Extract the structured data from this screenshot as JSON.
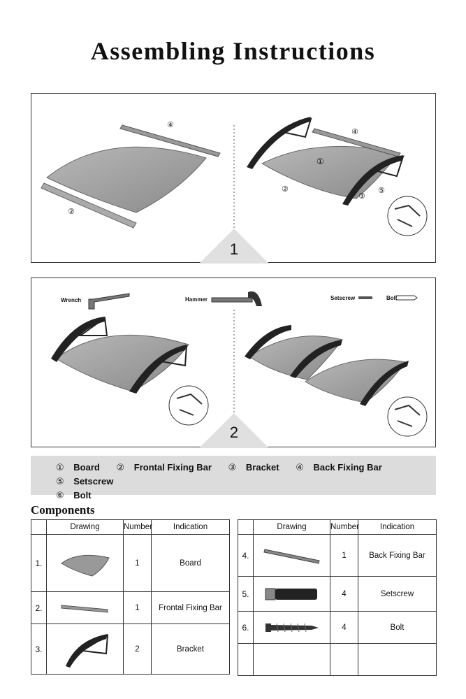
{
  "page": {
    "title": "Assembling Instructions"
  },
  "step1": {
    "number": "1",
    "callouts": [
      "④",
      "①",
      "②",
      "④",
      "②",
      "③",
      "⑤"
    ]
  },
  "step2": {
    "number": "2",
    "tools": {
      "wrench": "Wrench",
      "hammer": "Hammer",
      "setscrew": "Setscrew",
      "bolt": "Bolt"
    }
  },
  "legend": {
    "items": [
      {
        "num": "①",
        "label": "Board"
      },
      {
        "num": "②",
        "label": "Frontal Fixing Bar"
      },
      {
        "num": "③",
        "label": "Bracket"
      },
      {
        "num": "④",
        "label": "Back Fixing Bar"
      },
      {
        "num": "⑤",
        "label": "Setscrew"
      },
      {
        "num": "⑥",
        "label": "Bolt"
      }
    ]
  },
  "components": {
    "title": "Components",
    "headers": {
      "drawing": "Drawing",
      "number": "Number",
      "indication": "Indication"
    },
    "left": [
      {
        "idx": "1.",
        "number": "1",
        "indication": "Board",
        "icon": "board-icon"
      },
      {
        "idx": "2.",
        "number": "1",
        "indication": "Frontal Fixing Bar",
        "icon": "frontal-bar-icon"
      },
      {
        "idx": "3.",
        "number": "2",
        "indication": "Bracket",
        "icon": "bracket-icon"
      }
    ],
    "right": [
      {
        "idx": "4.",
        "number": "1",
        "indication": "Back Fixing Bar",
        "icon": "back-bar-icon"
      },
      {
        "idx": "5.",
        "number": "4",
        "indication": "Setscrew",
        "icon": "setscrew-icon"
      },
      {
        "idx": "6.",
        "number": "4",
        "indication": "Bolt",
        "icon": "bolt-icon"
      }
    ]
  }
}
